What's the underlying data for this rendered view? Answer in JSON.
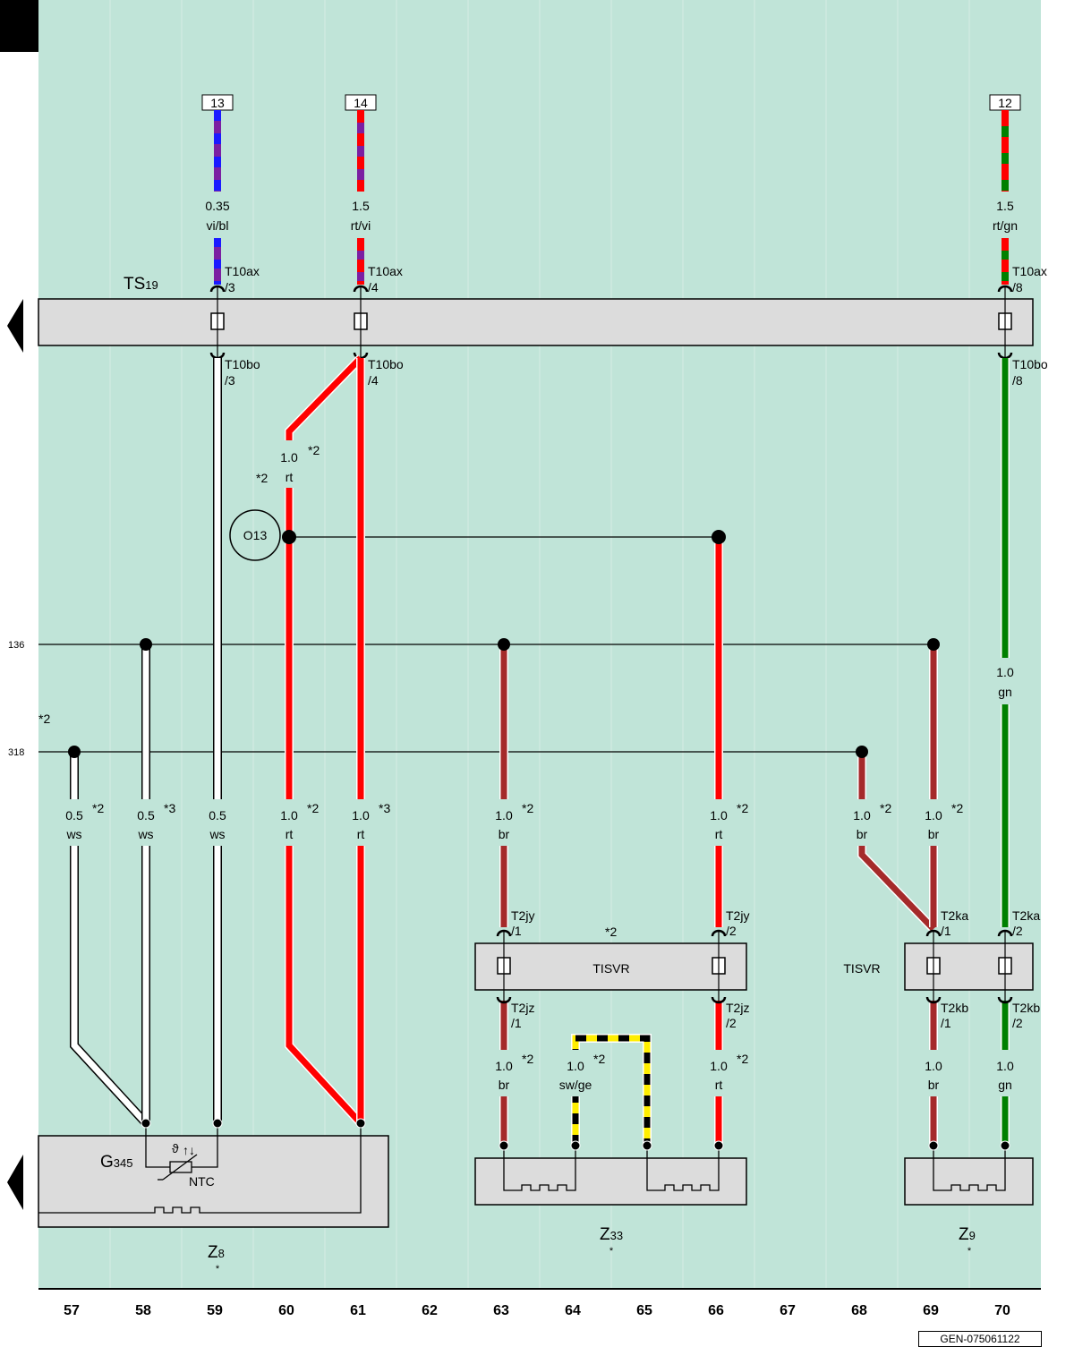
{
  "colors": {
    "background": "#c0e4d8",
    "component_fill": "#dcdcdc",
    "red": "#ff0000",
    "brown": "#a52a2a",
    "green": "#008000",
    "violet": "#7b1fa2",
    "blue": "#1a1aff",
    "yellow": "#ffee00",
    "black": "#000000",
    "white": "#ffffff"
  },
  "top_refs": [
    "13",
    "14",
    "12"
  ],
  "wires_top": [
    {
      "size": "0.35",
      "color_code": "vi/bl"
    },
    {
      "size": "1.5",
      "color_code": "rt/vi"
    },
    {
      "size": "1.5",
      "color_code": "rt/gn"
    }
  ],
  "ts_block": {
    "name": "TS",
    "sub": "19"
  },
  "connectors": {
    "t10ax_3": [
      "T10ax",
      "/3"
    ],
    "t10ax_4": [
      "T10ax",
      "/4"
    ],
    "t10ax_8": [
      "T10ax",
      "/8"
    ],
    "t10bo_3": [
      "T10bo",
      "/3"
    ],
    "t10bo_4": [
      "T10bo",
      "/4"
    ],
    "t10bo_8": [
      "T10bo",
      "/8"
    ],
    "t2jy_1": [
      "T2jy",
      "/1"
    ],
    "t2jy_2": [
      "T2jy",
      "/2"
    ],
    "t2ka_1": [
      "T2ka",
      "/1"
    ],
    "t2ka_2": [
      "T2ka",
      "/2"
    ],
    "t2jz_1": [
      "T2jz",
      "/1"
    ],
    "t2jz_2": [
      "T2jz",
      "/2"
    ],
    "t2kb_1": [
      "T2kb",
      "/1"
    ],
    "t2kb_2": [
      "T2kb",
      "/2"
    ]
  },
  "junction": "O13",
  "bus_labels": [
    "136",
    "318"
  ],
  "footnotes": {
    "n2": "*2",
    "n3": "*3"
  },
  "wires_mid": [
    {
      "id": "a",
      "size": "1.0",
      "color_code": "rt",
      "note": "*2"
    },
    {
      "id": "b",
      "size": "1.0",
      "color_code": "gn",
      "note": ""
    }
  ],
  "wires_row": [
    {
      "size": "0.5",
      "color_code": "ws",
      "note": "*2"
    },
    {
      "size": "0.5",
      "color_code": "ws",
      "note": "*3"
    },
    {
      "size": "0.5",
      "color_code": "ws",
      "note": ""
    },
    {
      "size": "1.0",
      "color_code": "rt",
      "note": "*2"
    },
    {
      "size": "1.0",
      "color_code": "rt",
      "note": "*3"
    },
    {
      "size": "1.0",
      "color_code": "br",
      "note": "*2"
    },
    {
      "size": "1.0",
      "color_code": "rt",
      "note": "*2"
    },
    {
      "size": "1.0",
      "color_code": "br",
      "note": "*2"
    },
    {
      "size": "1.0",
      "color_code": "br",
      "note": "*2"
    }
  ],
  "wires_lower": [
    {
      "size": "1.0",
      "color_code": "br",
      "note": "*2"
    },
    {
      "size": "1.0",
      "color_code": "sw/ge",
      "note": "*2"
    },
    {
      "size": "1.0",
      "color_code": "rt",
      "note": "*2"
    },
    {
      "size": "1.0",
      "color_code": "br",
      "note": ""
    },
    {
      "size": "1.0",
      "color_code": "gn",
      "note": ""
    }
  ],
  "tisvr_label": "TISVR",
  "sensor": {
    "name": "G",
    "sub": "345",
    "ntc": "NTC"
  },
  "components": [
    {
      "name": "Z",
      "sub": "8",
      "mark": "*"
    },
    {
      "name": "Z",
      "sub": "33",
      "mark": "*"
    },
    {
      "name": "Z",
      "sub": "9",
      "mark": "*"
    }
  ],
  "columns": [
    "57",
    "58",
    "59",
    "60",
    "61",
    "62",
    "63",
    "64",
    "65",
    "66",
    "67",
    "68",
    "69",
    "70"
  ],
  "footer_code": "GEN-075061122"
}
